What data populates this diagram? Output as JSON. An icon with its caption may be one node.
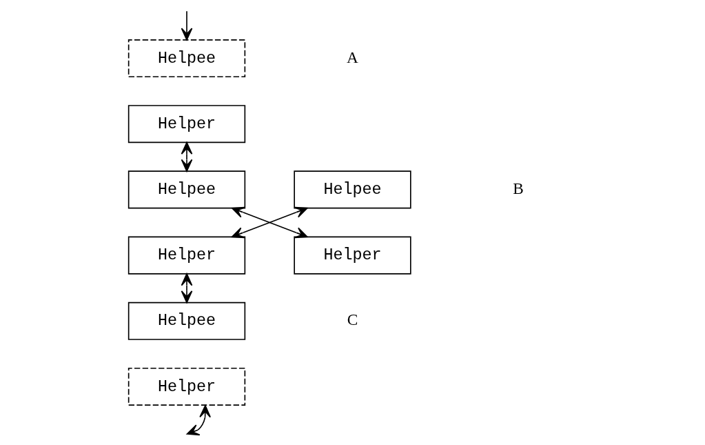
{
  "diagram": {
    "nodes": [
      {
        "text": [
          "Helpee"
        ]
      },
      {
        "text": [
          "Helper"
        ]
      },
      {
        "text": [
          "Helpee"
        ]
      },
      {
        "text": [
          "Helper"
        ]
      },
      {
        "text": [
          "Helpee"
        ]
      },
      {
        "text": [
          "Helper"
        ]
      },
      {
        "text": [
          "Helpee"
        ]
      },
      {
        "text": [
          "Helper"
        ]
      }
    ],
    "edges": [
      {
        "from": null,
        "to": 0,
        "arrow": "to"
      },
      {
        "from": 1,
        "to": 2,
        "arrow": "both"
      },
      {
        "from": 2,
        "to": 5,
        "arrow": "both"
      },
      {
        "from": 3,
        "to": 4,
        "arrow": "both"
      },
      {
        "from": 3,
        "to": 6,
        "arrow": "both"
      },
      {
        "from": null,
        "to": 7,
        "arrow": "both"
      }
    ],
    "labels": [
      "A",
      "B",
      "C"
    ]
  }
}
